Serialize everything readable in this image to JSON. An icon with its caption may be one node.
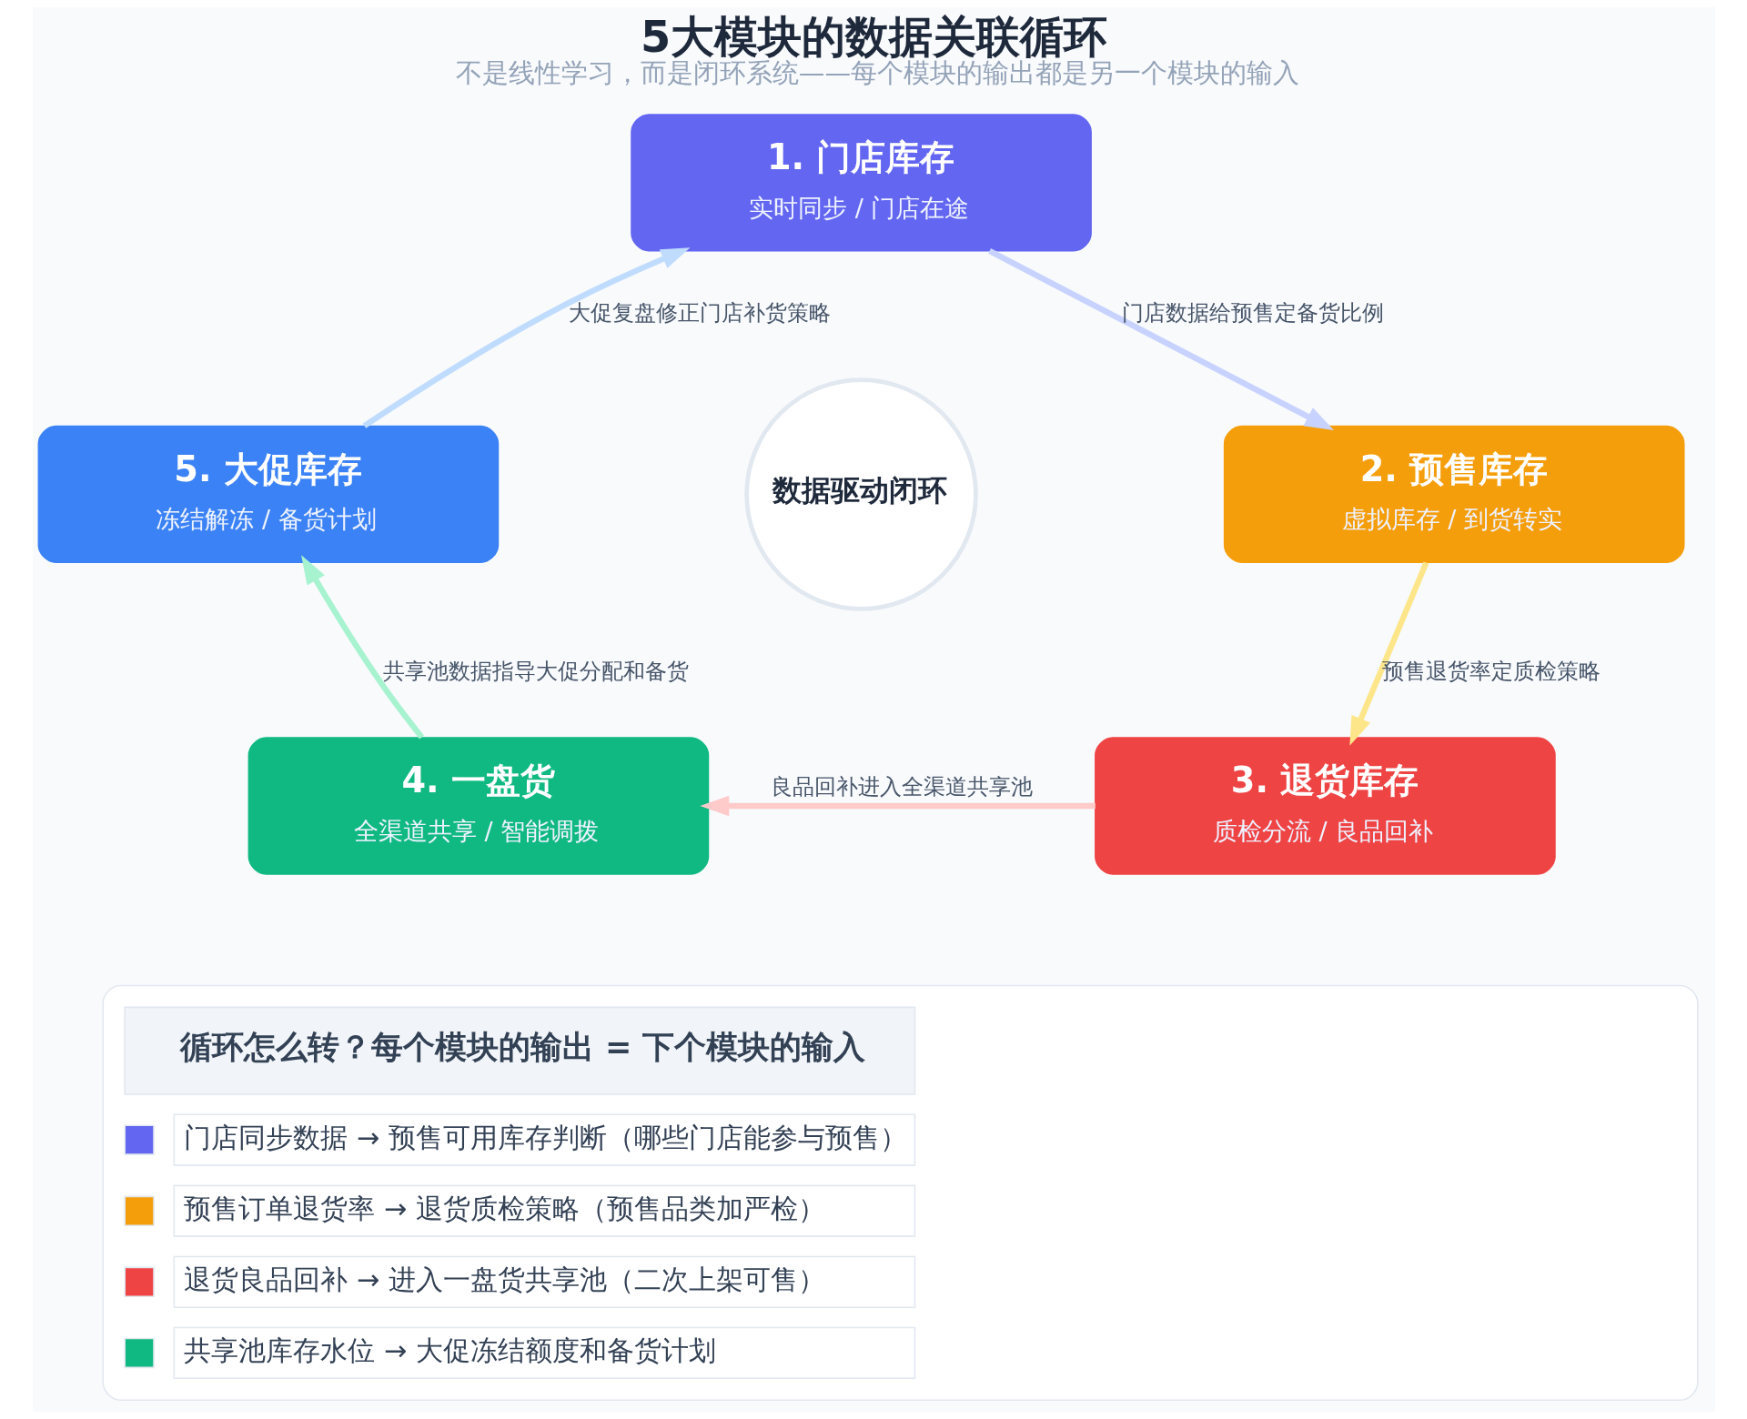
{
  "diagram": {
    "title": "5大模块的数据关联循环",
    "caption": "不是线性学习，而是闭环系统——每个模块的输出都是另一个模块的输入",
    "nodes": [
      {
        "text": [
          "1. 门店库存",
          "实时同步 / 门店在途"
        ]
      },
      {
        "text": [
          "2. 预售库存",
          "虚拟库存 / 到货转实"
        ]
      },
      {
        "text": [
          "3. 退货库存",
          "质检分流 / 良品回补"
        ]
      },
      {
        "text": [
          "4. 一盘货",
          "全渠道共享 / 智能调拨"
        ]
      },
      {
        "text": [
          "5. 大促库存",
          "冻结解冻 / 备货计划"
        ]
      },
      {
        "text": [
          "数据驱动闭环"
        ]
      }
    ],
    "edges": [
      {
        "from": 0,
        "to": 1,
        "arrow": "to",
        "label": "门店数据给预售定备货比例",
        "color": "#c7d2fe"
      },
      {
        "from": 1,
        "to": 2,
        "arrow": "to",
        "label": "预售退货率定质检策略",
        "color": "#fde68a"
      },
      {
        "from": 2,
        "to": 3,
        "arrow": "to",
        "label": "良品回补进入全渠道共享池",
        "color": "#fecaca"
      },
      {
        "from": 3,
        "to": 4,
        "arrow": "to",
        "label": "共享池数据指导大促分配和备货",
        "color": "#a7f3d0"
      },
      {
        "from": 4,
        "to": 0,
        "arrow": "to",
        "label": "大促复盘修正门店补货策略",
        "color": "#bfdbfe"
      }
    ],
    "labels": [
      "循环怎么转？每个模块的输出 = 下个模块的输入"
    ],
    "legend": [
      {
        "text": "门店同步数据 → 预售可用库存判断（哪些门店能参与预售）",
        "color": "#6366f1"
      },
      {
        "text": "预售订单退货率 → 退货质检策略（预售品类加严检）",
        "color": "#f59e0b"
      },
      {
        "text": "退货良品回补 → 进入一盘货共享池（二次上架可售）",
        "color": "#ef4444"
      },
      {
        "text": "共享池库存水位 → 大促冻结额度和备货计划",
        "color": "#10b981"
      }
    ]
  }
}
